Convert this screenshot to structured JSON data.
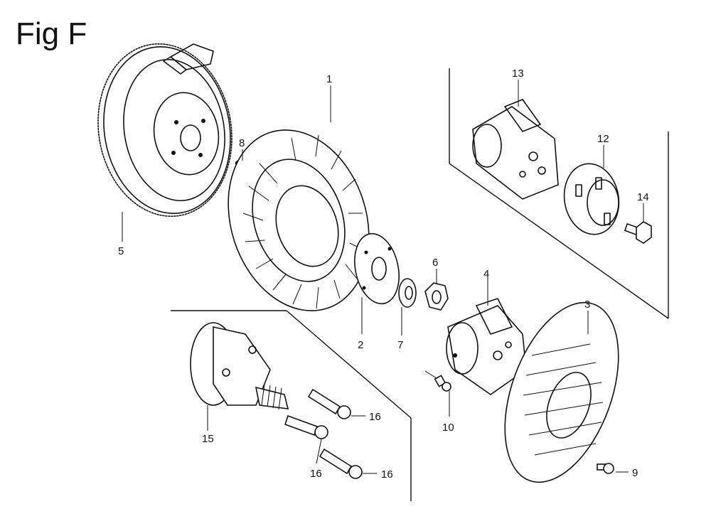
{
  "figure": {
    "title": "Fig F"
  },
  "callouts": [
    {
      "id": "part-1",
      "label": "1"
    },
    {
      "id": "part-2",
      "label": "2"
    },
    {
      "id": "part-3",
      "label": "3"
    },
    {
      "id": "part-4",
      "label": "4"
    },
    {
      "id": "part-5",
      "label": "5"
    },
    {
      "id": "part-6",
      "label": "6"
    },
    {
      "id": "part-7",
      "label": "7"
    },
    {
      "id": "part-8",
      "label": "8"
    },
    {
      "id": "part-9",
      "label": "9"
    },
    {
      "id": "part-10",
      "label": "10"
    },
    {
      "id": "part-12",
      "label": "12"
    },
    {
      "id": "part-13",
      "label": "13"
    },
    {
      "id": "part-14",
      "label": "14"
    },
    {
      "id": "part-15",
      "label": "15"
    },
    {
      "id": "part-16a",
      "label": "16"
    },
    {
      "id": "part-16b",
      "label": "16"
    },
    {
      "id": "part-16c",
      "label": "16"
    }
  ],
  "colors": {
    "ink": "#111111",
    "paper": "#ffffff"
  }
}
